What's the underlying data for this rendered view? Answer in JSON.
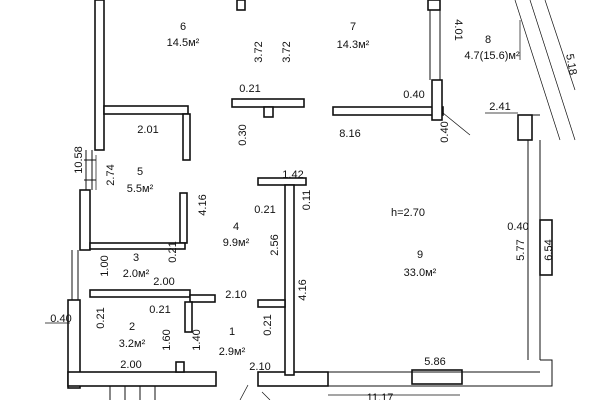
{
  "rooms": [
    {
      "number": "6",
      "area": "14.5м²"
    },
    {
      "number": "7",
      "area": "14.3м²"
    },
    {
      "number": "8",
      "area": "4.7(15.6)м²"
    },
    {
      "number": "5",
      "area": "5.5м²"
    },
    {
      "number": "4",
      "area": "9.9м²"
    },
    {
      "number": "9",
      "area": "33.0м²"
    },
    {
      "number": "3",
      "area": "2.0м²"
    },
    {
      "number": "2",
      "area": "3.2м²"
    },
    {
      "number": "1",
      "area": "2.9м²"
    }
  ],
  "ceiling_height": "h=2.70",
  "dims": {
    "d_3_72_a": "3.72",
    "d_3_72_b": "3.72",
    "d_4_01": "4.01",
    "d_5_18": "5.18",
    "d_0_21_top": "0.21",
    "d_0_40_top": "0.40",
    "d_2_41": "2.41",
    "d_2_01": "2.01",
    "d_8_16": "8.16",
    "d_0_30": "0.30",
    "d_0_40_right": "0.40",
    "d_10_58": "10.58",
    "d_2_74": "2.74",
    "d_1_42": "1.42",
    "d_0_11": "0.11",
    "d_0_21_mid": "0.21",
    "d_4_16_a": "4.16",
    "d_2_56": "2.56",
    "d_0_40_wall": "0.40",
    "d_5_77": "5.77",
    "d_6_54": "6.54",
    "d_1_00": "1.00",
    "d_0_21_r3": "0.21",
    "d_2_00_a": "2.00",
    "d_2_10_a": "2.10",
    "d_4_16_b": "4.16",
    "d_0_40_left": "0.40",
    "d_0_21_left": "0.21",
    "d_0_21_r2": "0.21",
    "d_1_60": "1.60",
    "d_1_40": "1.40",
    "d_0_21_r1": "0.21",
    "d_2_00_b": "2.00",
    "d_2_10_b": "2.10",
    "d_5_86": "5.86",
    "d_11_17": "11.17"
  }
}
